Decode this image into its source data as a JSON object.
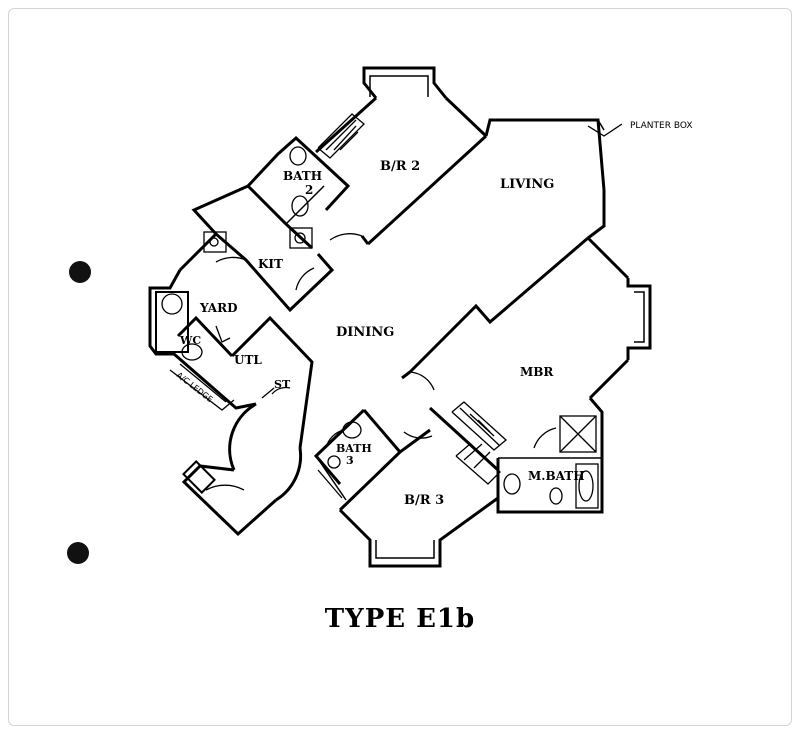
{
  "plan": {
    "title": "TYPE E1b",
    "rooms": {
      "br2": "B/R 2",
      "living": "LIVING",
      "bath2_line1": "BATH",
      "bath2_line2": "2",
      "kit": "KIT",
      "yard": "YARD",
      "wc": "WC",
      "utl": "UTL",
      "dining": "DINING",
      "st": "ST",
      "mbr": "MBR",
      "bath3_line1": "BATH",
      "bath3_line2": "3",
      "mbath": "M.BATH",
      "br3": "B/R 3"
    },
    "annotations": {
      "planter_box": "PLANTER BOX",
      "ac_ledge": "A/C LEDGE"
    }
  }
}
